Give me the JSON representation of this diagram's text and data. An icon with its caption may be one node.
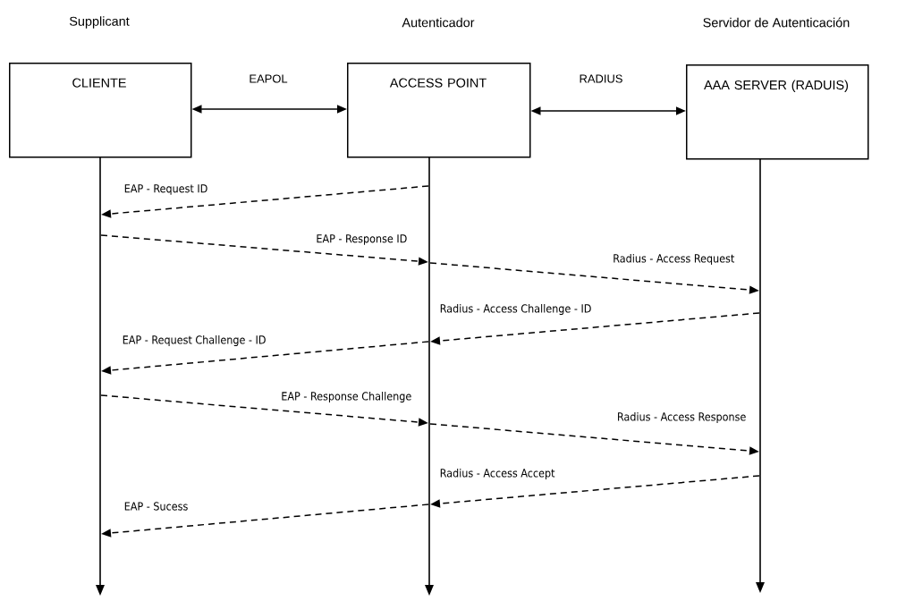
{
  "diagram": {
    "nodes": [
      {
        "text": [
          "CLIENTE"
        ],
        "beside": [
          "Supplicant"
        ]
      },
      {
        "text": [
          "ACCESS POINT"
        ],
        "beside": [
          "Autenticador"
        ]
      },
      {
        "text": [
          "AAA SERVER (RADUIS)"
        ],
        "beside": [
          "Servidor de Autenticación"
        ]
      },
      {
        "text": [],
        "shape": "bar"
      },
      {
        "text": [],
        "shape": "bar"
      },
      {
        "text": [],
        "shape": "bar"
      }
    ],
    "edges": [
      {
        "from": 0,
        "to": 1,
        "arrow": "both",
        "label": "EAPOL"
      },
      {
        "from": 1,
        "to": 2,
        "arrow": "both",
        "label": "RADIUS"
      },
      {
        "from": 4,
        "to": 3,
        "arrow": "to",
        "style": "dashed",
        "label": "EAP - Request ID"
      },
      {
        "from": 3,
        "to": 4,
        "arrow": "to",
        "style": "dashed",
        "label": "EAP - Response ID"
      },
      {
        "from": 4,
        "to": 5,
        "arrow": "to",
        "style": "dashed",
        "label": "Radius - Access Request"
      },
      {
        "from": 5,
        "to": 4,
        "arrow": "to",
        "style": "dashed",
        "label": "Radius - Access Challenge - ID"
      },
      {
        "from": 4,
        "to": 3,
        "arrow": "to",
        "style": "dashed",
        "label": "EAP - Request Challenge - ID"
      },
      {
        "from": 3,
        "to": 4,
        "arrow": "to",
        "style": "dashed",
        "label": "EAP - Response Challenge"
      },
      {
        "from": 4,
        "to": 5,
        "arrow": "to",
        "style": "dashed",
        "label": "Radius - Access Response"
      },
      {
        "from": 5,
        "to": 4,
        "arrow": "to",
        "style": "dashed",
        "label": "Radius - Access Accept"
      },
      {
        "from": 4,
        "to": 3,
        "arrow": "to",
        "style": "dashed",
        "label": "EAP - Sucess"
      }
    ]
  }
}
